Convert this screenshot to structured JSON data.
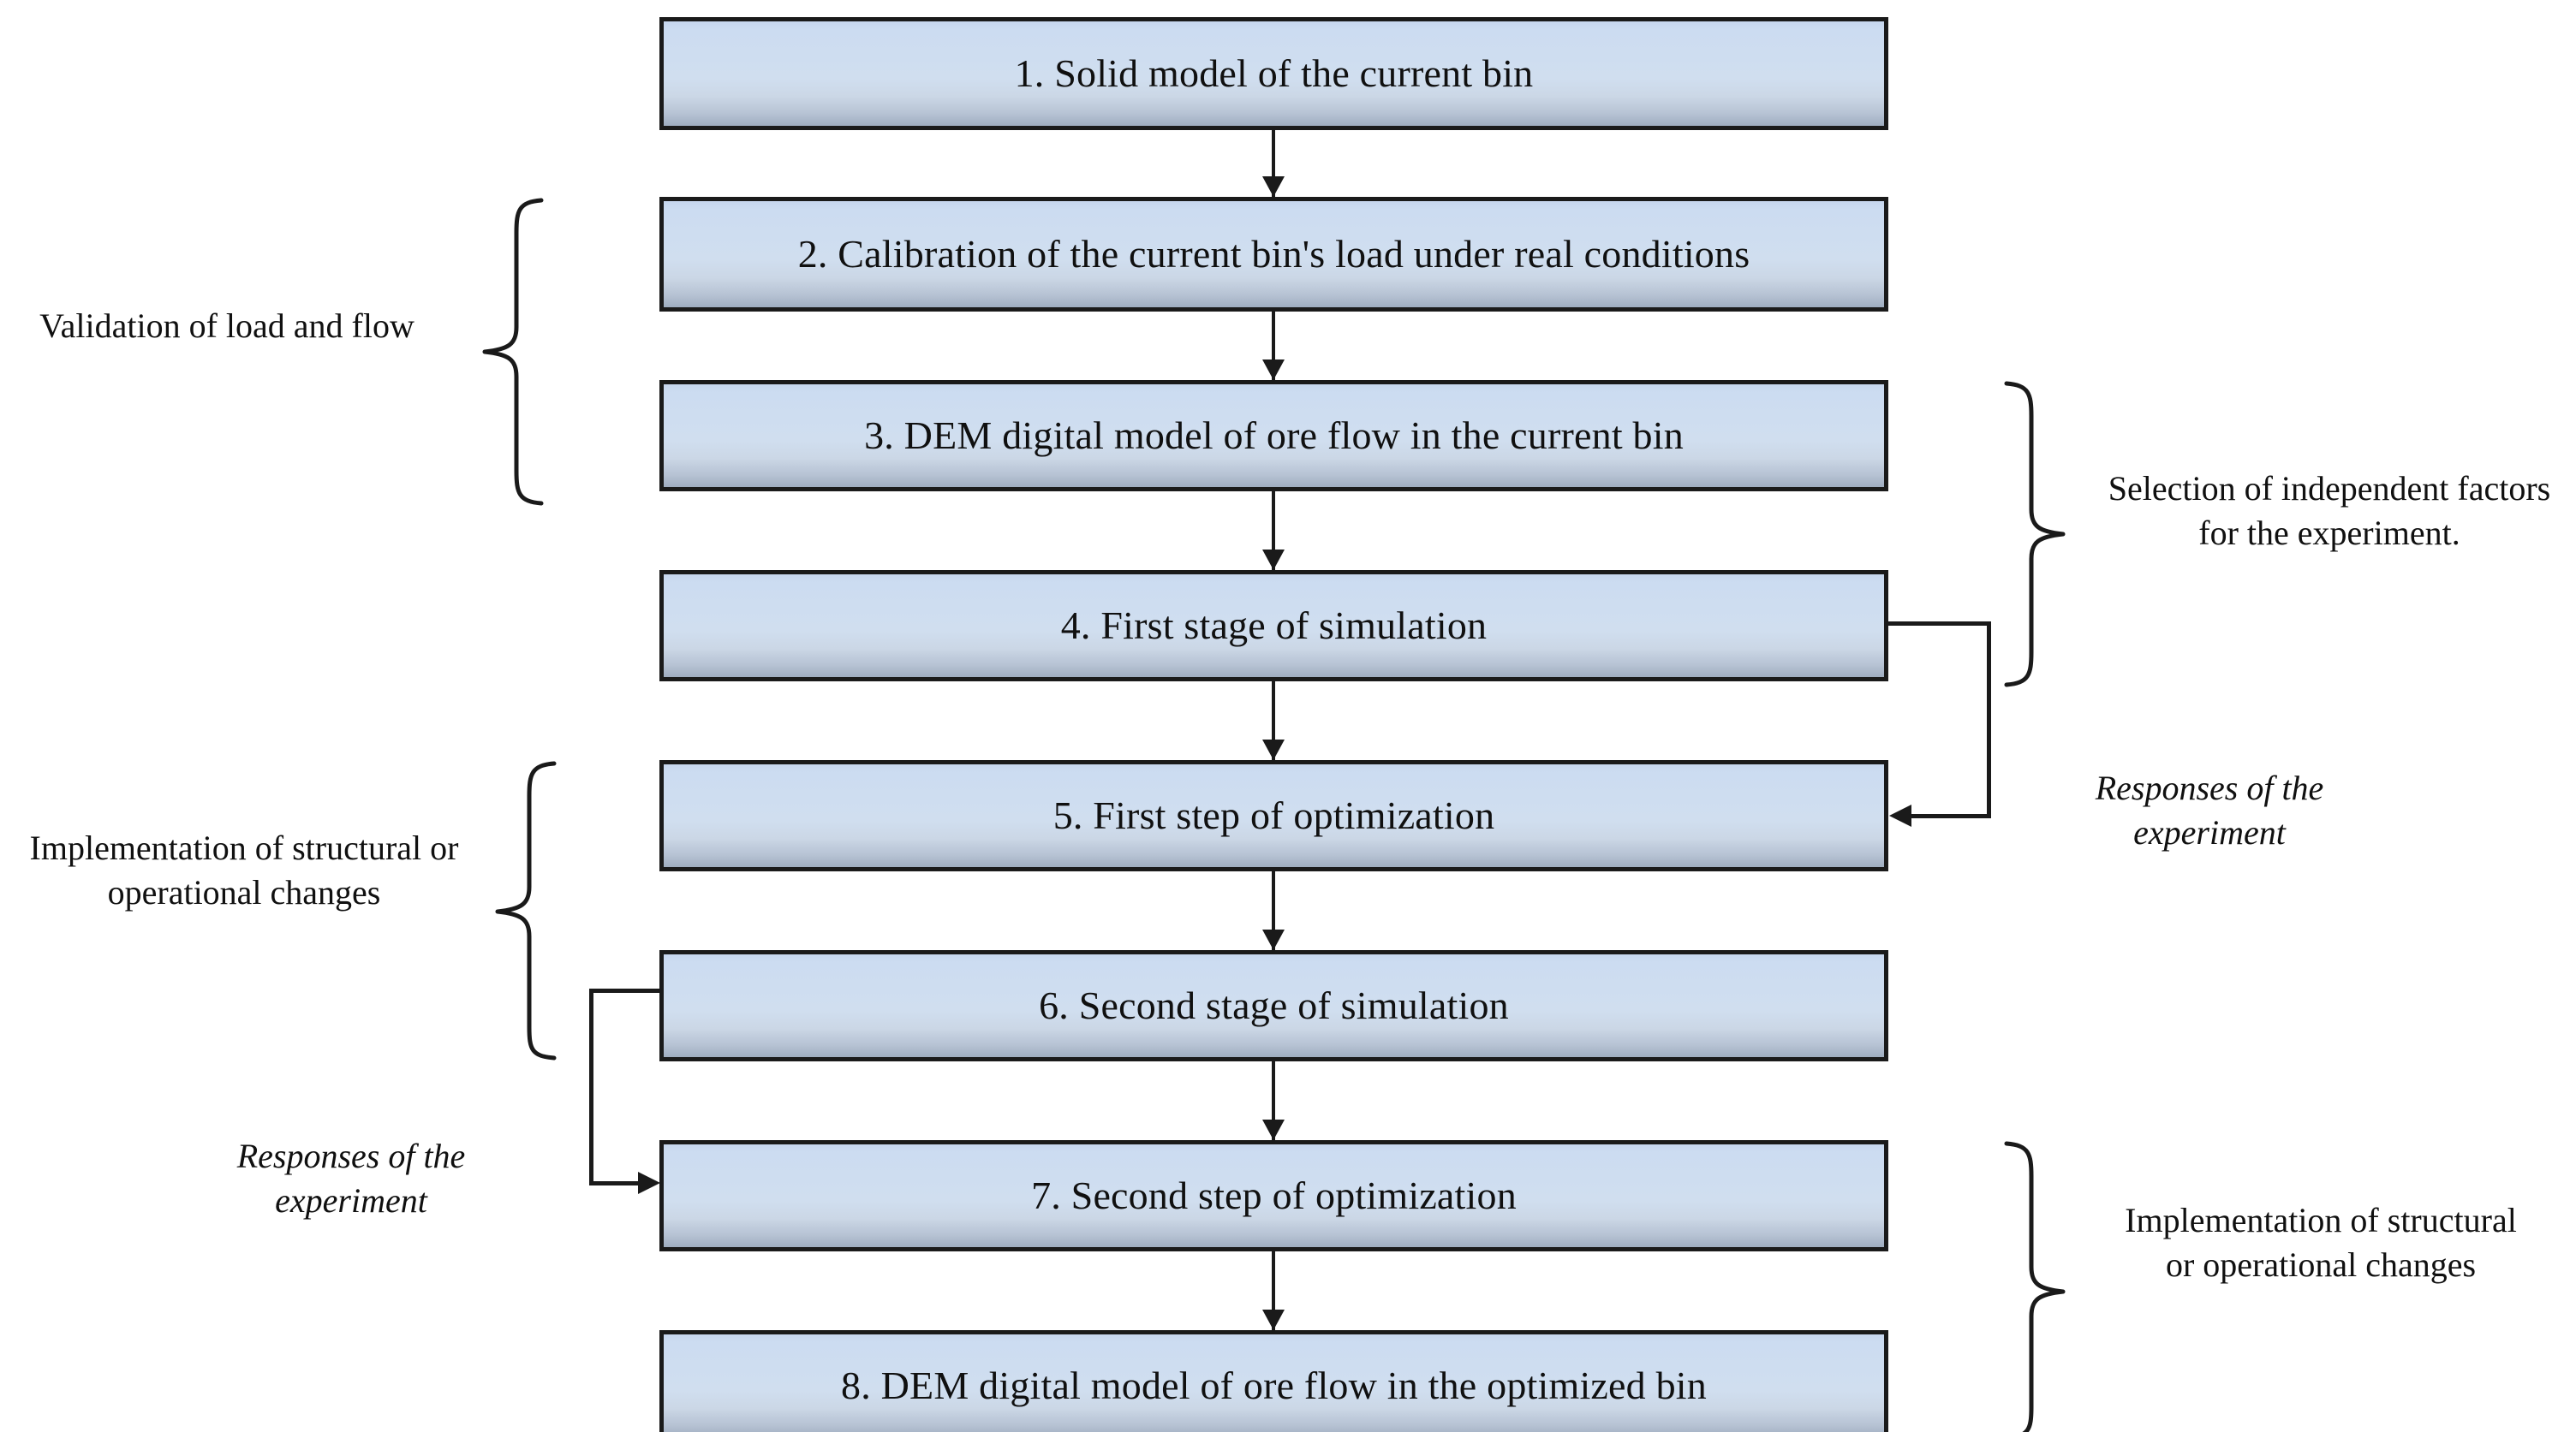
{
  "diagram": {
    "title": "Flowchart of bin optimization methodology",
    "accent_fill_top": "#ccdcf1",
    "accent_fill_bottom": "#9fadc0",
    "border_color": "#1a1a1a",
    "text_color": "#101010",
    "background": "#ffffff"
  },
  "nodes": [
    {
      "id": "n1",
      "number": "1",
      "label": "1. Solid model of the current bin"
    },
    {
      "id": "n2",
      "number": "2",
      "label": "2. Calibration of the current bin's load under real conditions"
    },
    {
      "id": "n3",
      "number": "3",
      "label": "3. DEM digital model of ore flow in the current bin"
    },
    {
      "id": "n4",
      "number": "4",
      "label": "4. First stage of simulation"
    },
    {
      "id": "n5",
      "number": "5",
      "label": "5. First step of optimization"
    },
    {
      "id": "n6",
      "number": "6",
      "label": "6. Second stage of simulation"
    },
    {
      "id": "n7",
      "number": "7",
      "label": "7. Second step of optimization"
    },
    {
      "id": "n8",
      "number": "8",
      "label": "8. DEM digital model of ore flow in the optimized bin"
    }
  ],
  "annotations": {
    "validation": "Validation of load and flow",
    "selection": "Selection of independent factors for the experiment.",
    "responses_right": "Responses of the experiment",
    "implementation_left": "Implementation of structural or operational changes",
    "responses_left": "Responses of the experiment",
    "implementation_right": "Implementation of structural or operational changes"
  },
  "flow": {
    "sequence": [
      "1",
      "2",
      "3",
      "4",
      "5",
      "6",
      "7",
      "8"
    ],
    "feedback_edges": [
      {
        "from": "4",
        "to": "5",
        "side": "right",
        "label": "Responses of the experiment"
      },
      {
        "from": "6",
        "to": "7",
        "side": "left",
        "label": "Responses of the experiment"
      }
    ],
    "brace_groups": [
      {
        "side": "left",
        "covers": [
          "2",
          "3"
        ],
        "label": "Validation of load and flow"
      },
      {
        "side": "right",
        "covers": [
          "3",
          "4"
        ],
        "label": "Selection of independent factors for the experiment."
      },
      {
        "side": "left",
        "covers": [
          "5",
          "6"
        ],
        "label": "Implementation of structural or operational changes"
      },
      {
        "side": "right",
        "covers": [
          "7",
          "8"
        ],
        "label": "Implementation of structural or operational changes"
      }
    ]
  }
}
